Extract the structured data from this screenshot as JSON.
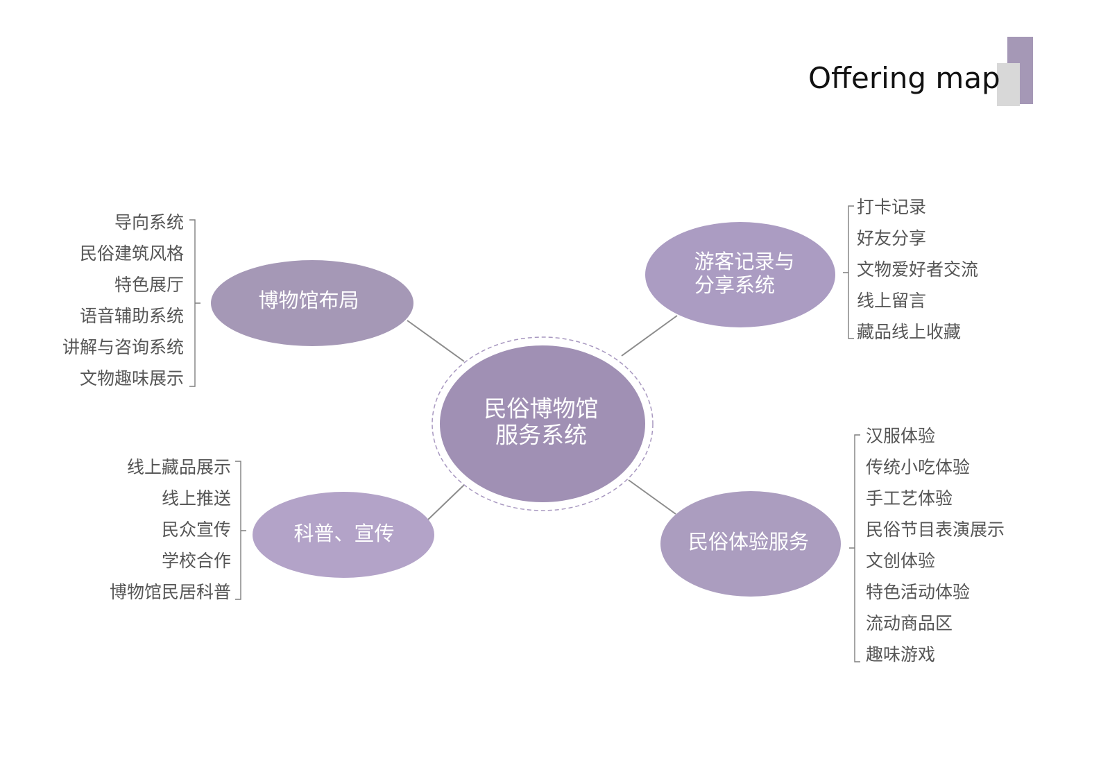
{
  "header": {
    "title": "Offering map"
  },
  "colors": {
    "accent": "#a598b6",
    "center_node": "#a090b4",
    "node_left_top": "#a598b6",
    "node_right_top": "#ab9cc2",
    "node_left_bottom": "#b3a3c8",
    "node_right_bottom": "#ab9dbf",
    "leaf_text": "#555555",
    "deco_gray": "#d8d8d8"
  },
  "center": {
    "lines": [
      "民俗博物馆",
      "服务系统"
    ]
  },
  "branches": [
    {
      "id": "museum-layout",
      "lines": [
        "博物馆布局"
      ],
      "items": [
        "导向系统",
        "民俗建筑风格",
        "特色展厅",
        "语音辅助系统",
        "讲解与咨询系统",
        "文物趣味展示"
      ]
    },
    {
      "id": "visitor-record",
      "lines": [
        "游客记录与",
        "分享系统"
      ],
      "items": [
        "打卡记录",
        "好友分享",
        "文物爱好者交流",
        "线上留言",
        "藏品线上收藏"
      ]
    },
    {
      "id": "science-promotion",
      "lines": [
        "科普、宣传"
      ],
      "items": [
        "线上藏品展示",
        "线上推送",
        "民众宣传",
        "学校合作",
        "博物馆民居科普"
      ]
    },
    {
      "id": "folk-experience",
      "lines": [
        "民俗体验服务"
      ],
      "items": [
        "汉服体验",
        "传统小吃体验",
        "手工艺体验",
        "民俗节目表演展示",
        "文创体验",
        "特色活动体验",
        "流动商品区",
        "趣味游戏"
      ]
    }
  ]
}
